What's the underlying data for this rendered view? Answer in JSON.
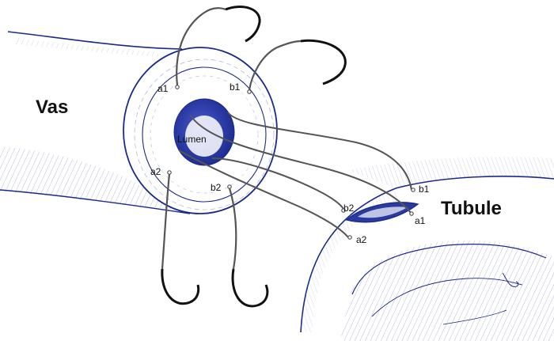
{
  "labels": {
    "vas": "Vas",
    "tubule": "Tubule",
    "lumen": "Lumen"
  },
  "vas_sutures": {
    "a1": "a1",
    "b1": "b1",
    "a2": "a2",
    "b2": "b2"
  },
  "tubule_sutures": {
    "a1": "a1",
    "b1": "b1",
    "a2": "a2",
    "b2": "b2"
  },
  "colors": {
    "tissue_line": "#1a2a8c",
    "lumen_fill": "#2a3a9e",
    "suture_line": "#555555",
    "needle": "#111111",
    "text": "#111111"
  }
}
